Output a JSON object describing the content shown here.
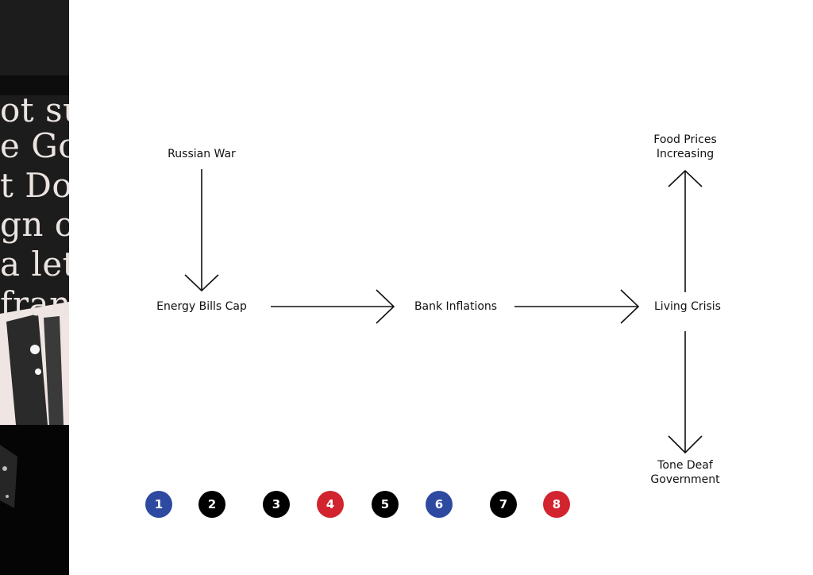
{
  "collage": {
    "text_lines": [
      "ot su",
      "e Gov",
      "t Dov",
      "gn of a",
      "a lett",
      "franc"
    ]
  },
  "diagram": {
    "nodes": {
      "russian_war": "Russian War",
      "energy_bills_cap": "Energy Bills Cap",
      "bank_inflations": "Bank Inflations",
      "living_crisis": "Living Crisis",
      "food_prices": "Food Prices Increasing",
      "tone_deaf": "Tone Deaf Government"
    }
  },
  "badges": [
    {
      "label": "1",
      "color": "#2d4aa0"
    },
    {
      "label": "2",
      "color": "#000000"
    },
    {
      "label": "3",
      "color": "#000000"
    },
    {
      "label": "4",
      "color": "#d1242f"
    },
    {
      "label": "5",
      "color": "#000000"
    },
    {
      "label": "6",
      "color": "#2d4aa0"
    },
    {
      "label": "7",
      "color": "#000000"
    },
    {
      "label": "8",
      "color": "#d1242f"
    }
  ]
}
